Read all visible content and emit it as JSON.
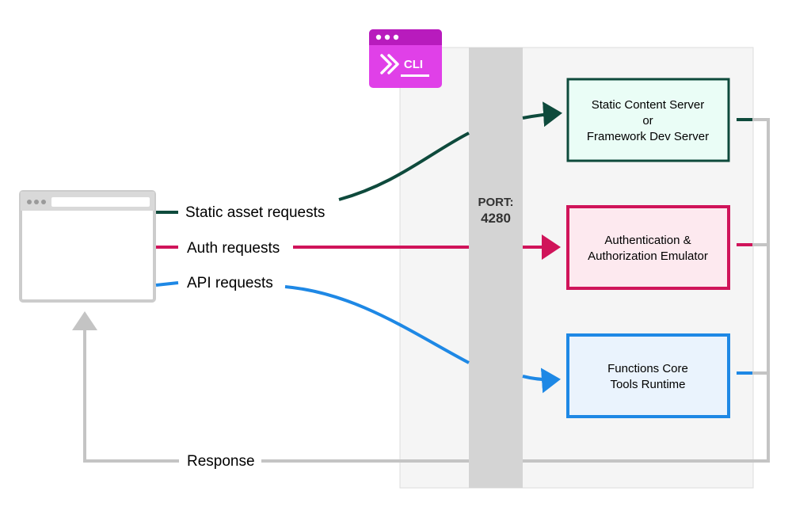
{
  "cli_icon": {
    "label": "CLI",
    "color": "#c31ec8"
  },
  "port": {
    "label": "PORT:",
    "number": "4280"
  },
  "requests": {
    "static": "Static asset requests",
    "auth": "Auth requests",
    "api": "API requests",
    "response": "Response"
  },
  "boxes": {
    "static_server": {
      "line1": "Static Content Server",
      "line2": "or",
      "line3": "Framework Dev Server",
      "color": "#0e4a3c",
      "fill": "#eafdf6"
    },
    "auth_emulator": {
      "line1": "Authentication &",
      "line2": "Authorization Emulator",
      "color": "#d0145a",
      "fill": "#fde9ef"
    },
    "functions": {
      "line1": "Functions Core",
      "line2": "Tools Runtime",
      "color": "#1e88e5",
      "fill": "#eaf3fd"
    }
  },
  "colors": {
    "static": "#0e4a3c",
    "auth": "#d0145a",
    "api": "#1e88e5",
    "response": "#c4c4c4"
  }
}
